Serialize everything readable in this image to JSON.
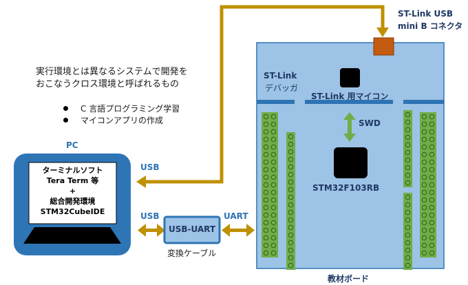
{
  "description": {
    "line1": "実行環境とは異なるシステムで開発を",
    "line2": "おこなうクロス環境と呼ばれるもの"
  },
  "bullets": [
    {
      "text": "C 言語プログラミング学習"
    },
    {
      "text": "マイコンアプリの作成"
    }
  ],
  "pc": {
    "label": "PC",
    "screen_lines": [
      "ターミナルソフト",
      "Tera Term 等",
      "+",
      "総合開発環境",
      "STM32CubeIDE"
    ]
  },
  "connections": {
    "usb_top": "USB",
    "usb_bottom": "USB",
    "uart": "UART",
    "usb_uart": "USB-UART",
    "cable": "変換ケーブル",
    "swd": "SWD"
  },
  "board": {
    "label": "教材ボード",
    "stlink_area": {
      "line1": "ST-Link",
      "line2": "デバッガ"
    },
    "stlink_mcu": "ST-Link 用マイコン",
    "mcu": "STM32F103RB",
    "connector": {
      "line1": "ST-Link USB",
      "line2": "mini B コネクタ"
    }
  },
  "colors": {
    "board_fill": "#9dc3e6",
    "board_border": "#2e74b5",
    "cable": "#bf9000",
    "connector": "#c55a11",
    "header": "#70ad47",
    "swd_arrow": "#70ad47",
    "pc_frame": "#2e75b6",
    "text_blue": "#2e74b5"
  }
}
